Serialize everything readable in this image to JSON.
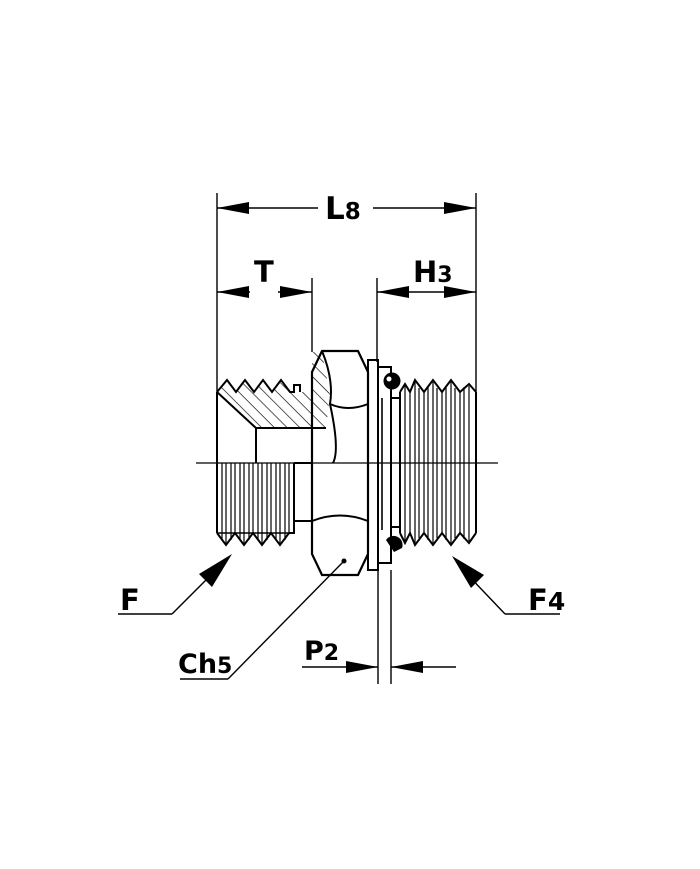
{
  "labels": {
    "l8": {
      "main": "L",
      "sub": "8"
    },
    "t": {
      "main": "T",
      "sub": ""
    },
    "h3": {
      "main": "H",
      "sub": "3"
    },
    "f": {
      "main": "F",
      "sub": ""
    },
    "f4": {
      "main": "F",
      "sub": "4"
    },
    "ch5": {
      "main": "Ch",
      "sub": "5"
    },
    "p2": {
      "main": "P",
      "sub": "2"
    }
  },
  "colors": {
    "ink": "#000000",
    "paper": "#ffffff"
  }
}
